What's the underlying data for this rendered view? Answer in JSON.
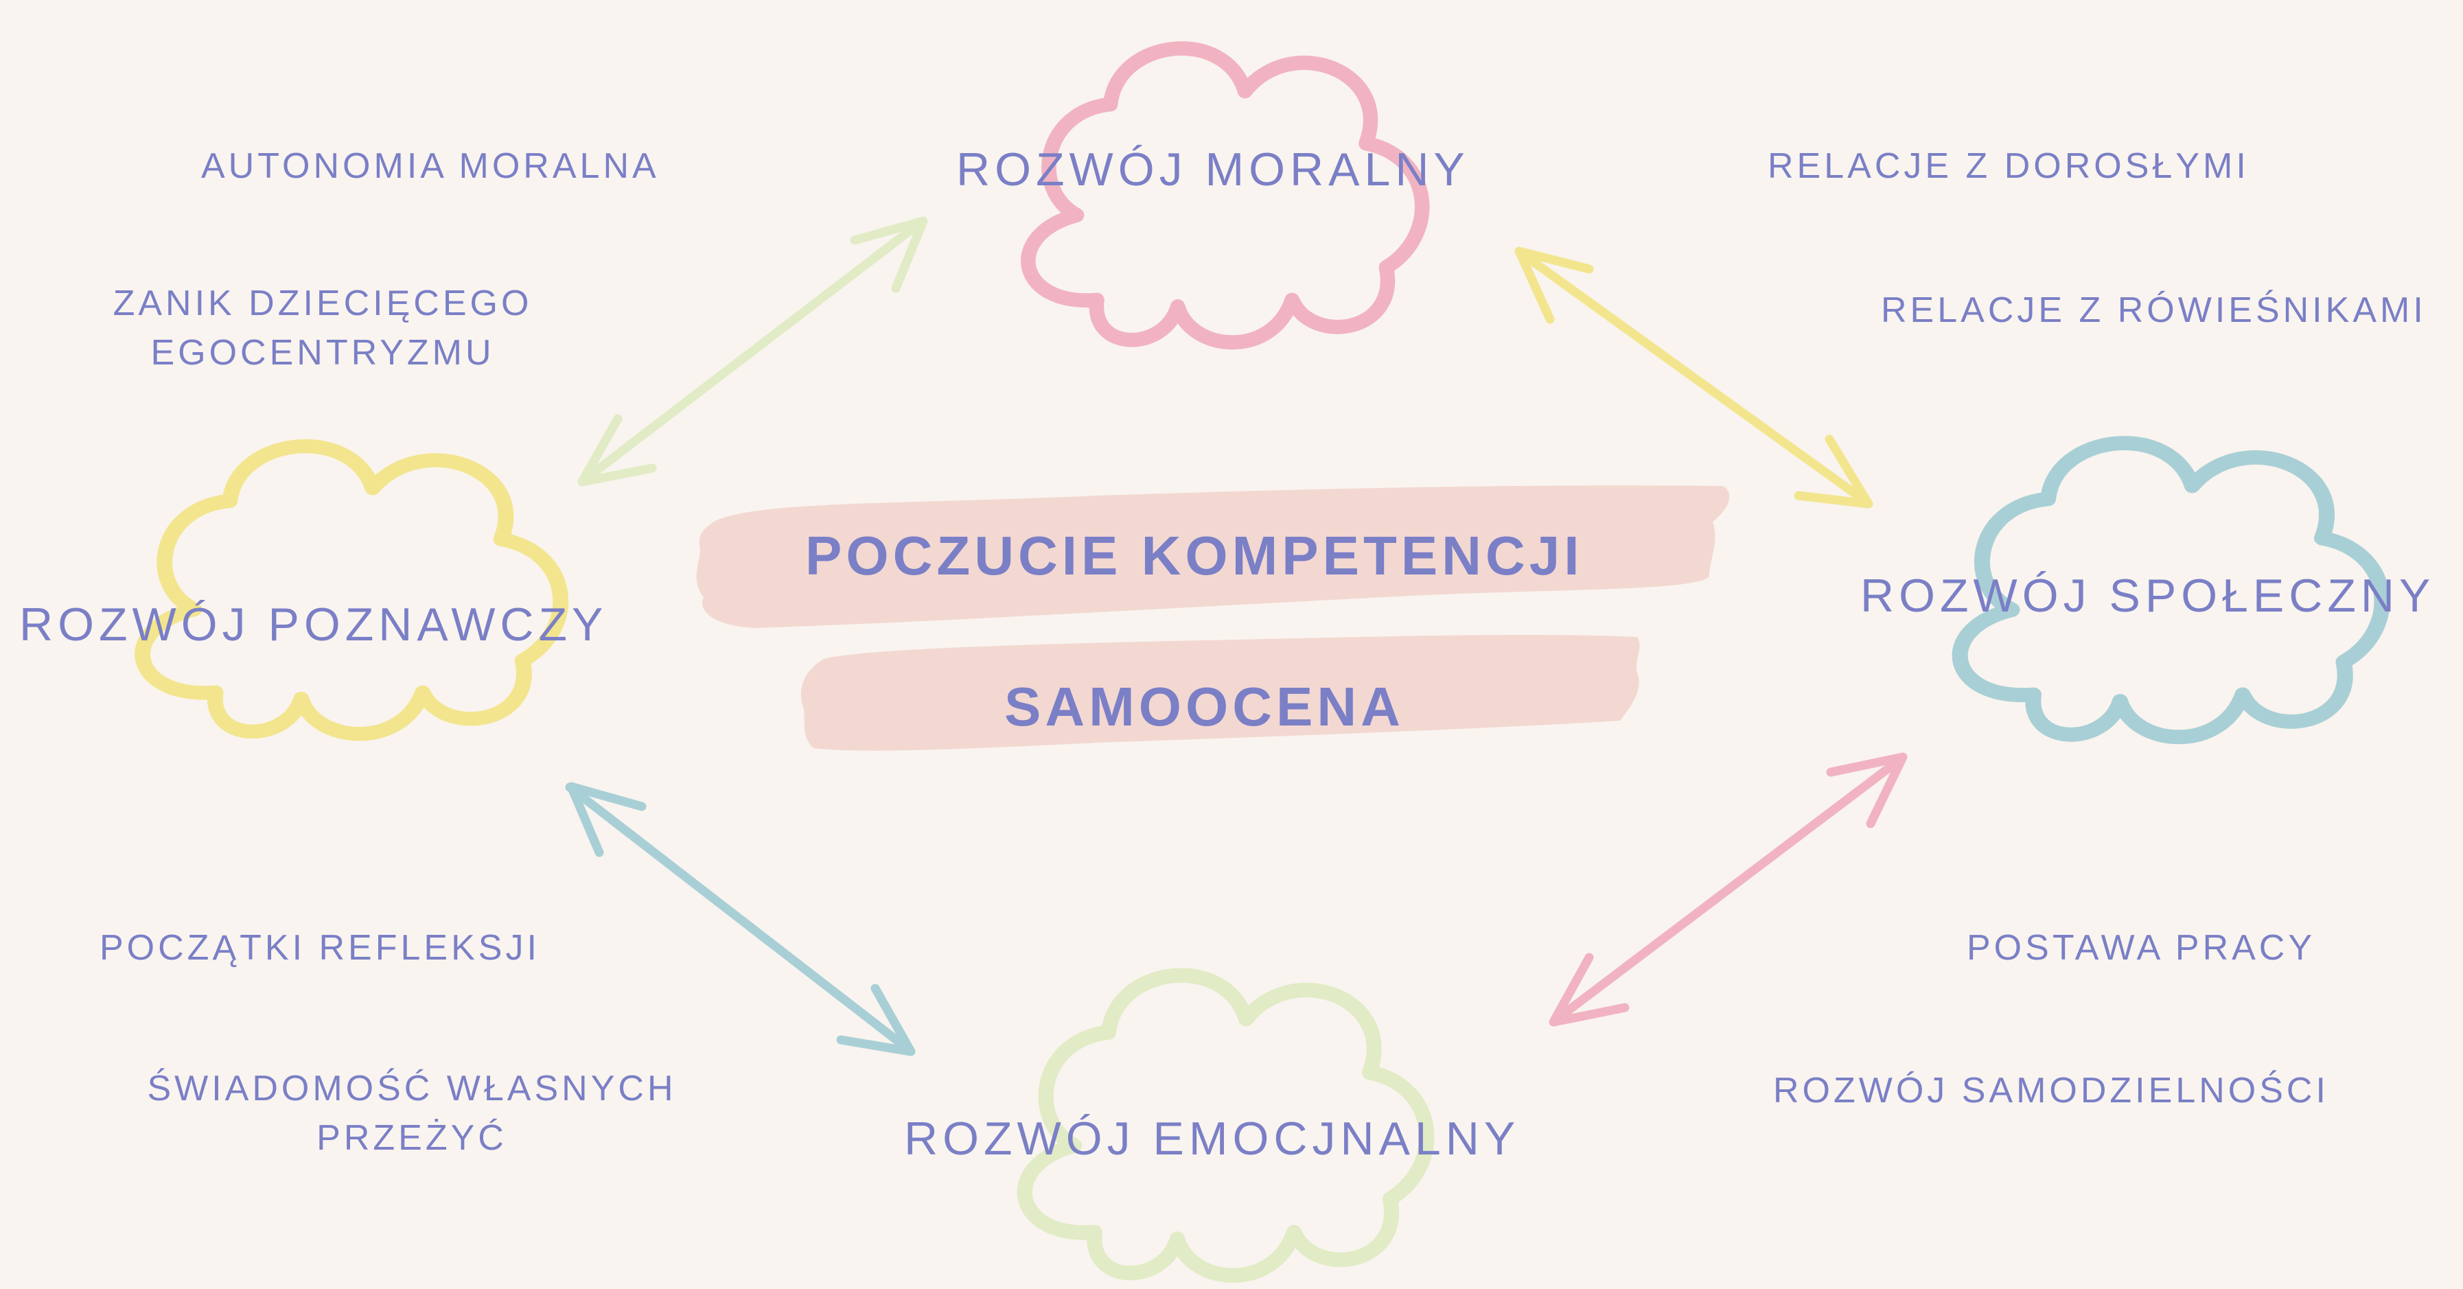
{
  "center": {
    "line1": "POCZUCIE KOMPETENCJI",
    "line2": "SAMOOCENA",
    "brush_color": "#f3d8d2"
  },
  "clouds": {
    "moral": {
      "label": "ROZWÓJ MORALNY",
      "color": "#f1b3c2"
    },
    "cognitive": {
      "label": "ROZWÓJ POZNAWCZY",
      "color": "#f3e58e"
    },
    "social": {
      "label": "ROZWÓJ SPOŁECZNY",
      "color": "#a9cfd6"
    },
    "emotional": {
      "label": "ROZWÓJ EMOCJNALNY",
      "color": "#e1ebc5"
    }
  },
  "notes": {
    "autonomy": "AUTONOMIA MORALNA",
    "egocentrism_1": "ZANIK DZIECIĘCEGO",
    "egocentrism_2": "EGOCENTRYZMU",
    "adults": "RELACJE Z DOROSŁYMI",
    "peers": "RELACJE Z RÓWIEŚNIKAMI",
    "reflection": "POCZĄTKI REFLEKSJI",
    "awareness_1": "ŚWIADOMOŚĆ WŁASNYCH",
    "awareness_2": "PRZEŻYĆ",
    "work": "POSTAWA PRACY",
    "independence": "ROZWÓJ SAMODZIELNOŚCI"
  },
  "arrows": {
    "moral_cognitive_color": "#e1ebc5",
    "moral_social_color": "#f3e58e",
    "cognitive_emotional_color": "#a9cfd6",
    "emotional_social_color": "#f1b3c2"
  },
  "text_color": "#7a7fc6",
  "background": "#f9f4ef"
}
